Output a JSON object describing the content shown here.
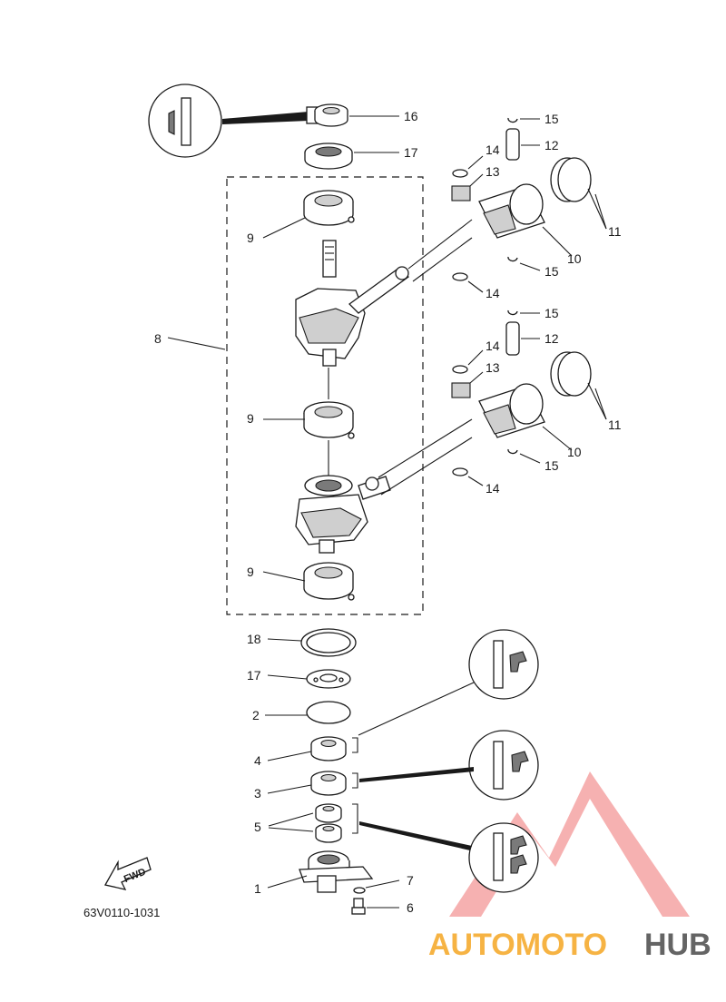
{
  "diagram_code": "63V0110-1031",
  "fwd_label": "FWD",
  "watermark": {
    "part1": "AUTOMOTO",
    "part2": "HUB",
    "color1": "#f5a623",
    "color2": "#f07b7b",
    "color3": "#4a4a4a"
  },
  "labels": {
    "p16": "16",
    "p17a": "17",
    "p15a": "15",
    "p12a": "12",
    "p14a": "14",
    "p13a": "13",
    "p11a": "11",
    "p9a": "9",
    "p10a": "10",
    "p15b": "15",
    "p14b": "14",
    "p8": "8",
    "p15c": "15",
    "p12b": "12",
    "p14c": "14",
    "p13b": "13",
    "p9b": "9",
    "p11b": "11",
    "p10b": "10",
    "p15d": "15",
    "p14d": "14",
    "p9c": "9",
    "p18": "18",
    "p17b": "17",
    "p2": "2",
    "p4": "4",
    "p3": "3",
    "p5": "5",
    "p7": "7",
    "p1": "1",
    "p6": "6"
  }
}
